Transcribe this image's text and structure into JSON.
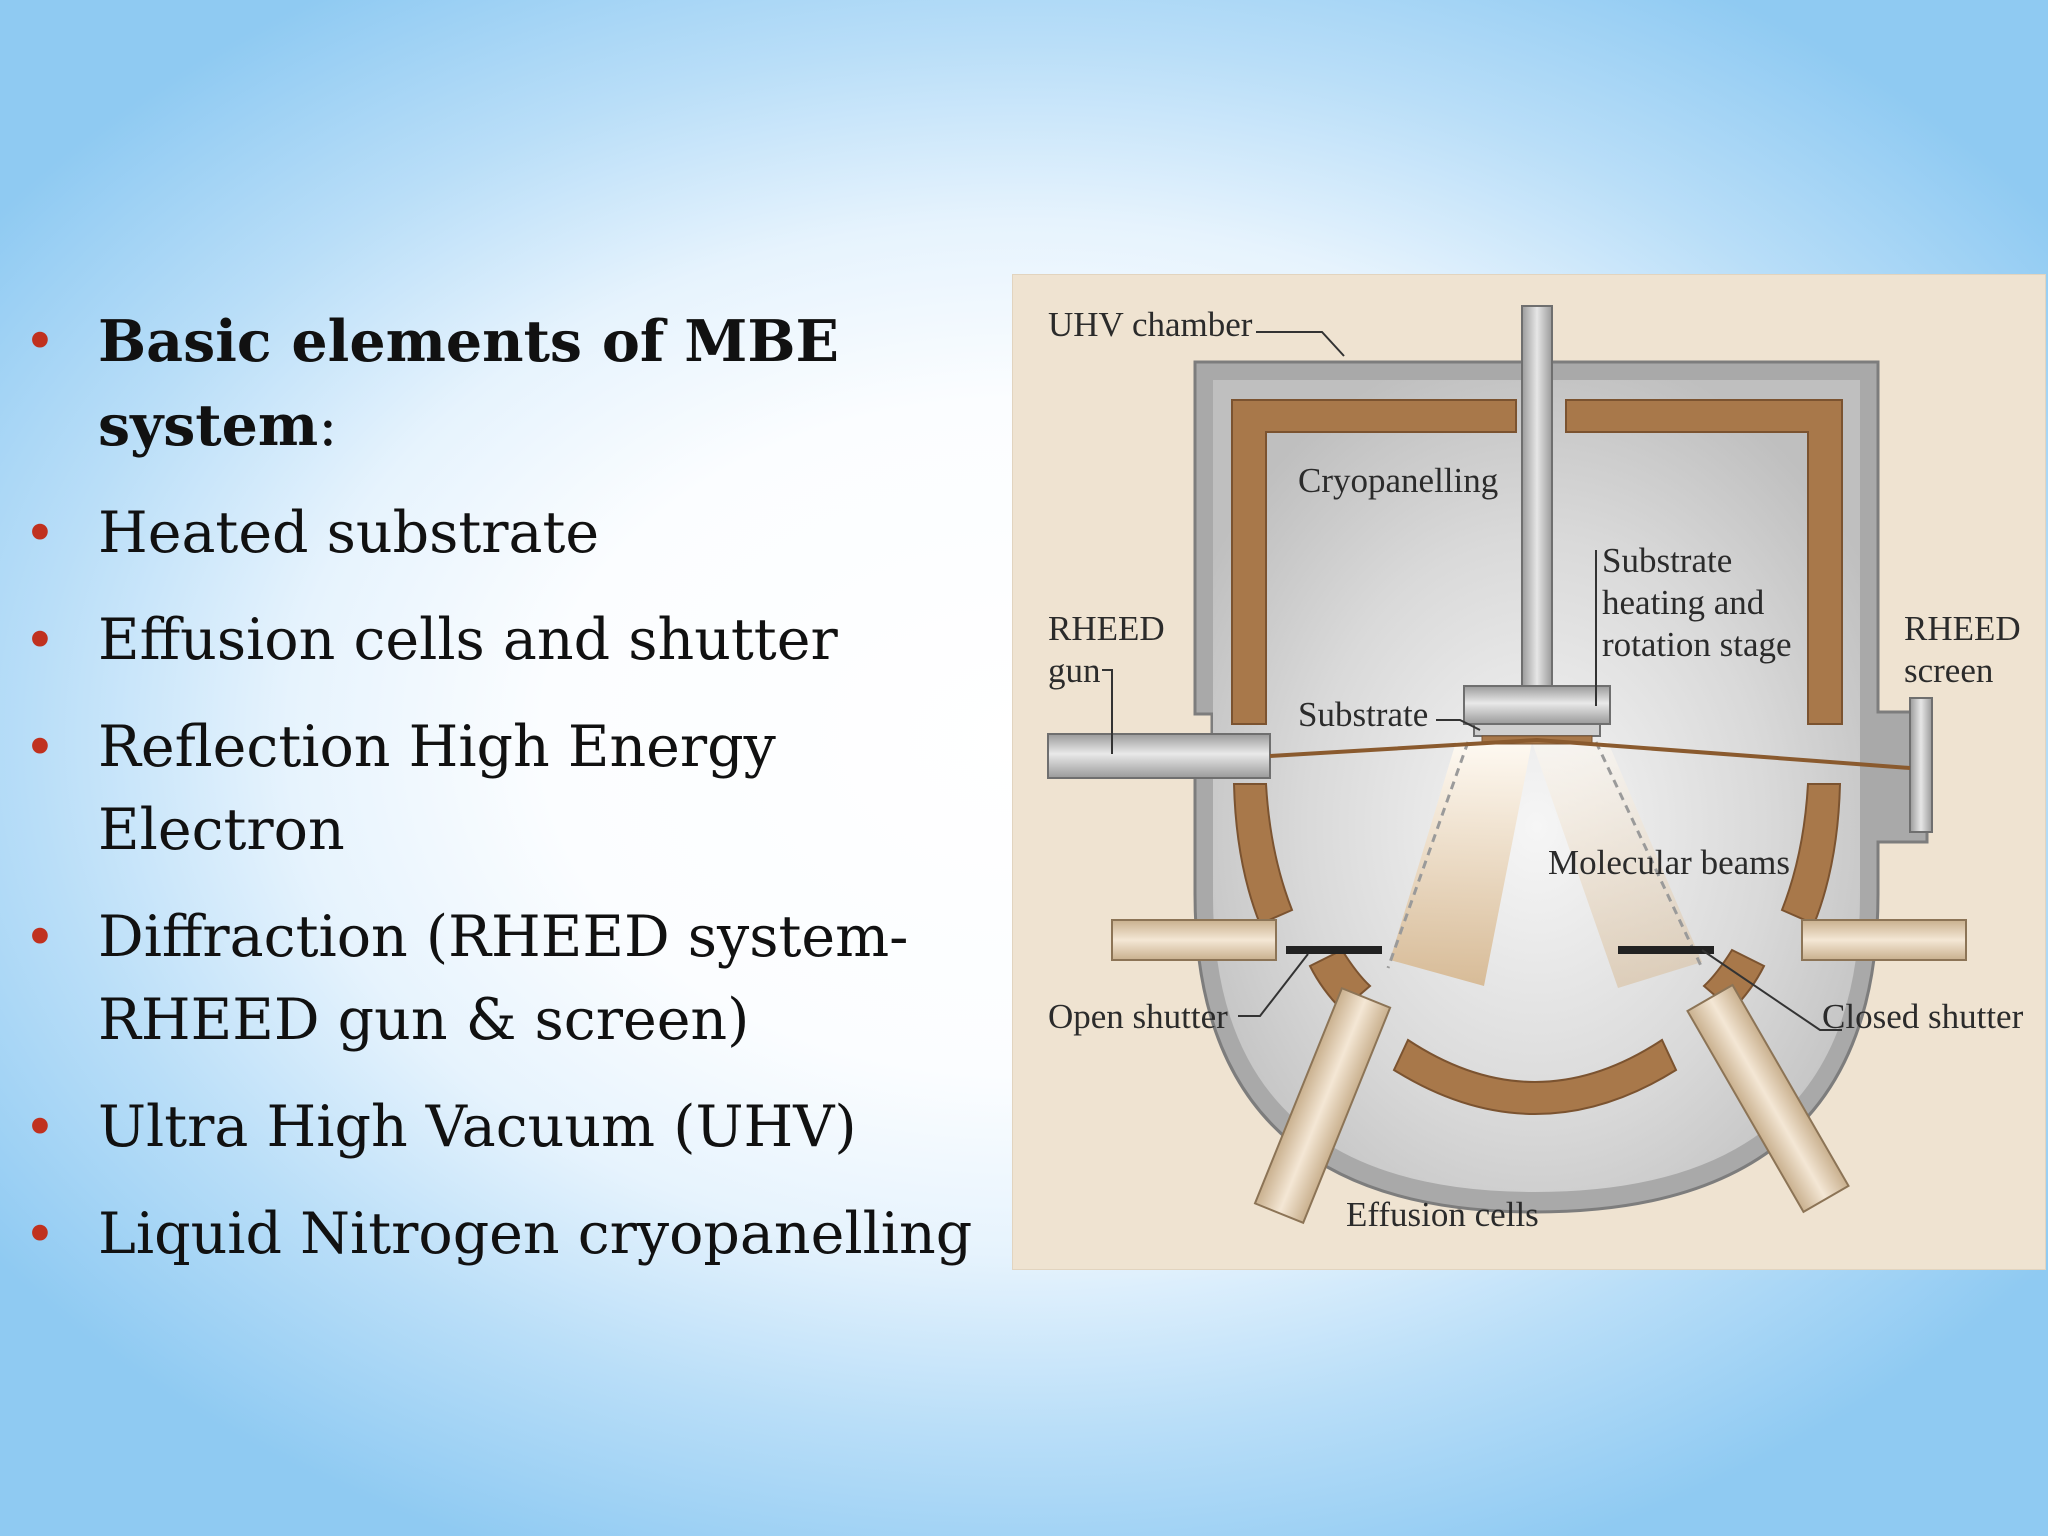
{
  "bullets": [
    {
      "bold": "Basic elements of MBE system",
      "suffix": ":"
    },
    {
      "text": "Heated substrate"
    },
    {
      "text": "Effusion cells and shutter"
    },
    {
      "text": "Reflection High Energy Electron"
    },
    {
      "text": " Diffraction (RHEED system-RHEED gun & screen)"
    },
    {
      "text": "Ultra High Vacuum (UHV)"
    },
    {
      "text": "Liquid Nitrogen cryopanelling"
    }
  ],
  "bullet_glyph": "•",
  "diagram": {
    "labels": {
      "uhv_chamber": "UHV chamber",
      "cryopanelling": "Cryopanelling",
      "substrate_stage_1": "Substrate",
      "substrate_stage_2": "heating and",
      "substrate_stage_3": "rotation stage",
      "rheed_gun_1": "RHEED",
      "rheed_gun_2": "gun",
      "rheed_screen_1": "RHEED",
      "rheed_screen_2": "screen",
      "substrate": "Substrate",
      "molecular_beams": "Molecular beams",
      "open_shutter": "Open shutter",
      "closed_shutter": "Closed shutter",
      "effusion_cells": "Effusion cells"
    }
  },
  "colors": {
    "bullet": "#c0311f",
    "diagram_bg": "#efe3d1",
    "chamber_wall": "#a9a9a9",
    "cryopanel": "#a8784a",
    "effusion_cell": "#ead8c0"
  }
}
